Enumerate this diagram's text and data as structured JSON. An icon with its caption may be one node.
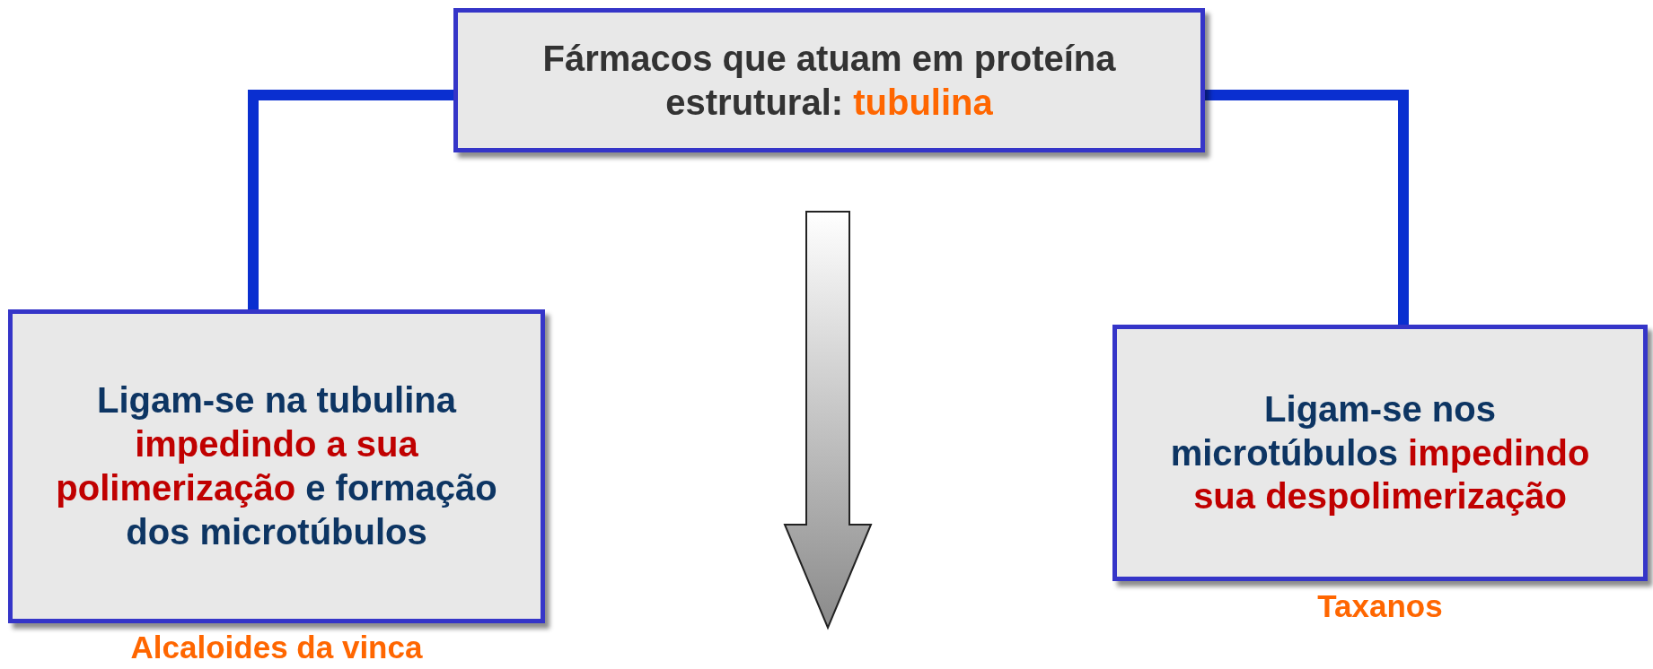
{
  "diagram": {
    "nodes": [
      {
        "text": [
          "Fármacos que atuam em proteína estrutural: *tubulina*"
        ]
      },
      {
        "text": [
          "Ligam-se na tubulina *impedindo a sua polimerização* e formação dos microtúbulos"
        ],
        "beside": [
          "Alcaloides da vinca"
        ]
      },
      {
        "text": [
          "Ligam-se nos microtúbulos *impedindo sua despolimerização*"
        ],
        "beside": [
          "Taxanos"
        ]
      }
    ],
    "edges": [
      {
        "from": 0,
        "to": 1,
        "arrow": "none"
      },
      {
        "from": 0,
        "to": 2,
        "arrow": "none"
      }
    ]
  }
}
